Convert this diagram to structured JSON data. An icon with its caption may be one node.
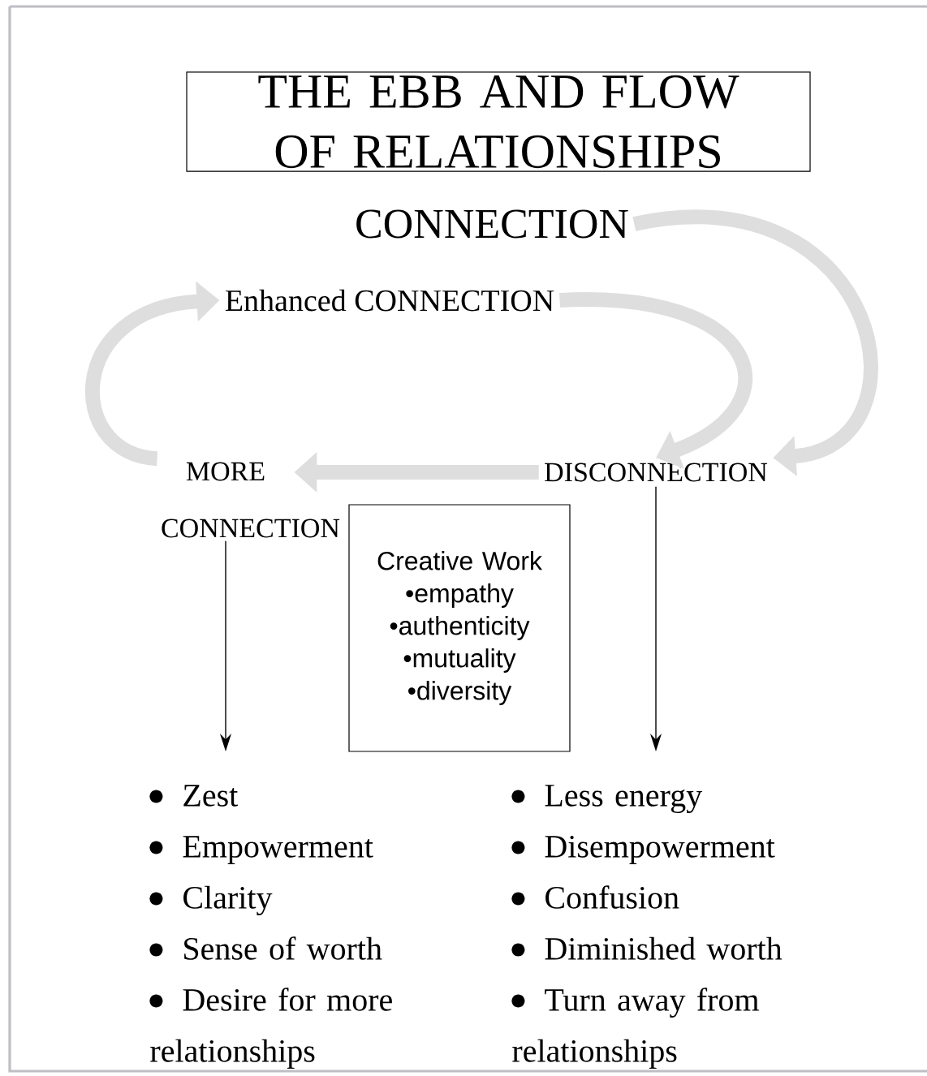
{
  "diagram": {
    "title": "THE EBB AND FLOW OF RELATIONSHIPS",
    "nodes": [
      {
        "text": [
          "CONNECTION"
        ]
      },
      {
        "text": [
          "Enhanced CONNECTION"
        ]
      },
      {
        "text": [
          "MORE CONNECTION"
        ]
      },
      {
        "text": [
          "DISCONNECTION"
        ]
      },
      {
        "text": [
          "Creative Work",
          "•empathy",
          "•authenticity",
          "•mutuality",
          "•diversity"
        ]
      },
      {
        "text": [
          "Zest",
          "Empowerment",
          "Clarity",
          "Sense of worth",
          "Desire for more relationships"
        ]
      },
      {
        "text": [
          "Less energy",
          "Disempowerment",
          "Confusion",
          "Diminished worth",
          "Turn away from relationships"
        ]
      }
    ],
    "edges": [
      {
        "from": 0,
        "to": 3,
        "arrow": "to"
      },
      {
        "from": 1,
        "to": 3,
        "arrow": "to"
      },
      {
        "from": 3,
        "to": 2,
        "arrow": "to"
      },
      {
        "from": 2,
        "to": 1,
        "arrow": "to"
      },
      {
        "from": 2,
        "to": 5,
        "arrow": "to",
        "color": "#000000"
      },
      {
        "from": 3,
        "to": 6,
        "arrow": "to",
        "color": "#000000"
      }
    ]
  }
}
